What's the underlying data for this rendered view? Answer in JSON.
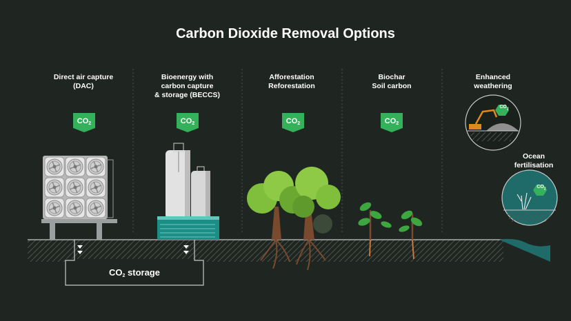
{
  "title": "Carbon Dioxide Removal Options",
  "co2": {
    "main": "CO",
    "sub": "2"
  },
  "columns": [
    {
      "lines": [
        "Direct air capture",
        "(DAC)"
      ]
    },
    {
      "lines": [
        "Bioenergy with",
        "carbon capture",
        "& storage (BECCS)"
      ]
    },
    {
      "lines": [
        "Afforestation",
        "Reforestation"
      ]
    },
    {
      "lines": [
        "Biochar",
        "Soil carbon"
      ]
    },
    {
      "lines": [
        "Enhanced",
        "weathering"
      ]
    }
  ],
  "ocean": {
    "lines": [
      "Ocean",
      "fertilisation"
    ]
  },
  "storage": {
    "main": "CO",
    "sub": "2",
    "rest": " storage"
  },
  "colors": {
    "background": "#1f2520",
    "accent_green": "#34b15a",
    "tree_green": "#7fbf3c",
    "trunk_brown": "#7a4a2e",
    "excavator_orange": "#e08a1e",
    "water_teal": "#1e6b6a"
  }
}
